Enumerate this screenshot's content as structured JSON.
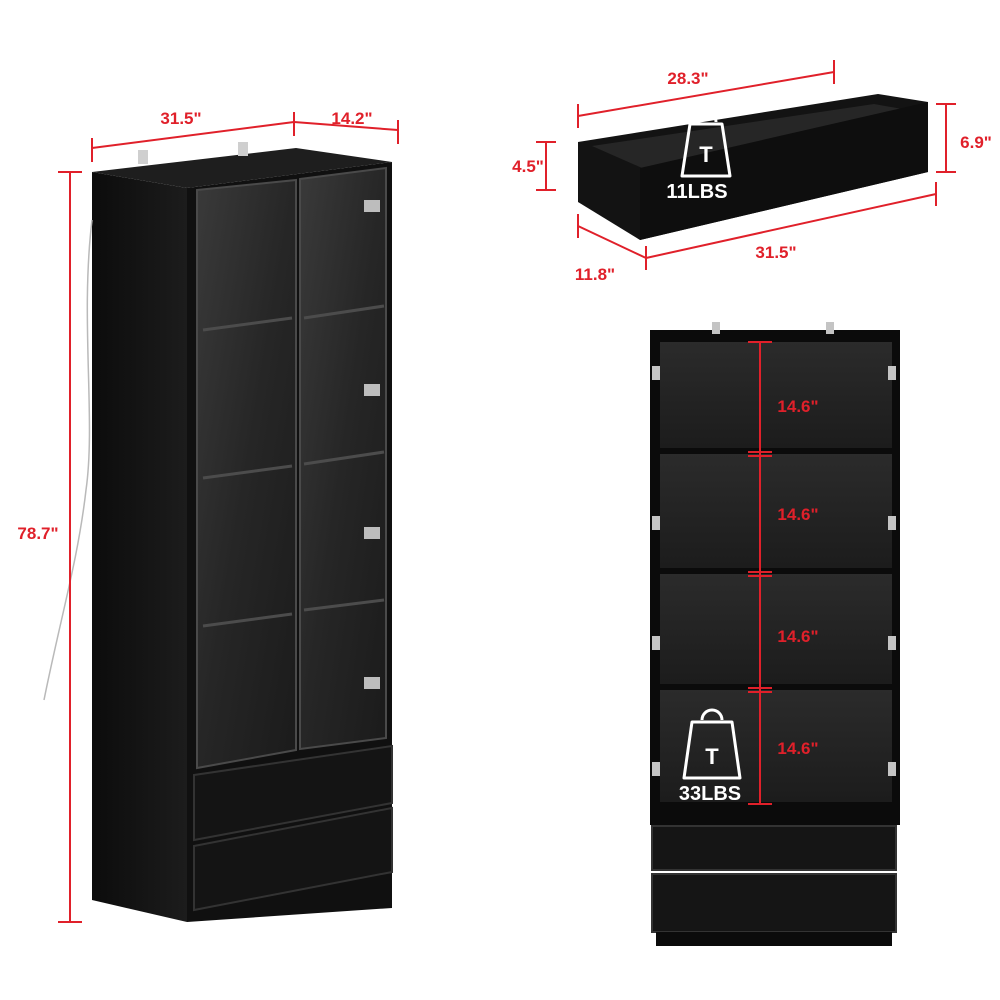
{
  "colors": {
    "accent": "#e0202a",
    "cabinet": "#111111",
    "label_text": "#1a1a1a",
    "background": "#ffffff"
  },
  "cabinet_full": {
    "width": "31.5\"",
    "depth": "14.2\"",
    "height": "78.7\""
  },
  "drawer": {
    "inner_width": "28.3\"",
    "outer_width": "31.5\"",
    "depth": "11.8\"",
    "inner_height": "4.5\"",
    "outer_height": "6.9\"",
    "load": "11LBS",
    "load_icon_letter": "T",
    "load_icon": "weight-icon"
  },
  "cabinet_open": {
    "shelf_heights": [
      "14.6\"",
      "14.6\"",
      "14.6\"",
      "14.6\""
    ],
    "load": "33LBS",
    "load_icon_letter": "T",
    "load_icon": "weight-icon"
  }
}
